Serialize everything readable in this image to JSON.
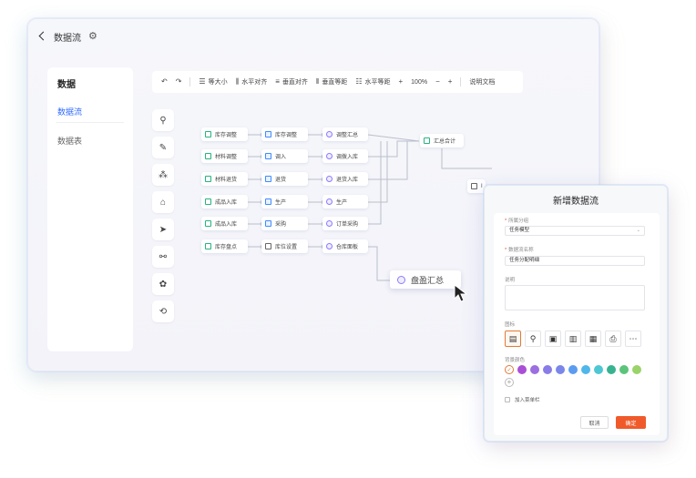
{
  "window": {
    "title": "数据流"
  },
  "sidebar": {
    "title": "数据",
    "items": [
      {
        "label": "数据流",
        "active": true
      },
      {
        "label": "数据表",
        "active": false
      }
    ]
  },
  "toolbar": {
    "undo_icon": "undo-icon",
    "redo_icon": "redo-icon",
    "items": [
      {
        "label": "等大小",
        "icon": "equal-size-icon"
      },
      {
        "label": "水平对齐",
        "icon": "align-horizontal-icon"
      },
      {
        "label": "垂直对齐",
        "icon": "align-vertical-icon"
      },
      {
        "label": "垂直等距",
        "icon": "distribute-vertical-icon"
      },
      {
        "label": "水平等距",
        "icon": "distribute-horizontal-icon"
      }
    ],
    "zoom": "100%",
    "help_label": "说明文档"
  },
  "tool_rail": [
    "stamp-icon",
    "brush-icon",
    "cluster-icon",
    "tree-icon",
    "send-icon",
    "network-icon",
    "settings-icon",
    "link-icon"
  ],
  "flow": {
    "rows": [
      [
        "库存调整",
        "库存调整",
        "调整汇总"
      ],
      [
        "材料调整",
        "调入",
        "调拨入库"
      ],
      [
        "材料退货",
        "退货",
        "退货入库"
      ],
      [
        "成品入库",
        "生产",
        "生产"
      ],
      [
        "成品入库",
        "采购",
        "订单采购"
      ],
      [
        "库存盘点",
        "库位设置",
        "仓库面板"
      ]
    ],
    "summary_node": "汇总合计",
    "big_node": "盘盈汇总",
    "partial_node": "I"
  },
  "dialog": {
    "title": "新增数据流",
    "category_label": "所属分组",
    "category_value": "任务模型",
    "name_label": "数据流名称",
    "name_value": "任务分配明细",
    "desc_label": "说明",
    "icon_label": "图标",
    "icons": [
      "ledger-icon",
      "stamp-icon",
      "briefcase-icon",
      "trash-icon",
      "document-icon",
      "printer-icon",
      "more-icon"
    ],
    "color_label": "背景颜色",
    "colors": [
      "#a94fd6",
      "#9b6fe0",
      "#8a7ce6",
      "#7b86ea",
      "#5b9cf0",
      "#4fb7ea",
      "#4ec7d4",
      "#37b38f",
      "#5cc47a",
      "#9ad36a"
    ],
    "menu_label": "加入菜单栏",
    "cancel_label": "取消",
    "ok_label": "确定",
    "selected_color": "#e07a3a"
  }
}
